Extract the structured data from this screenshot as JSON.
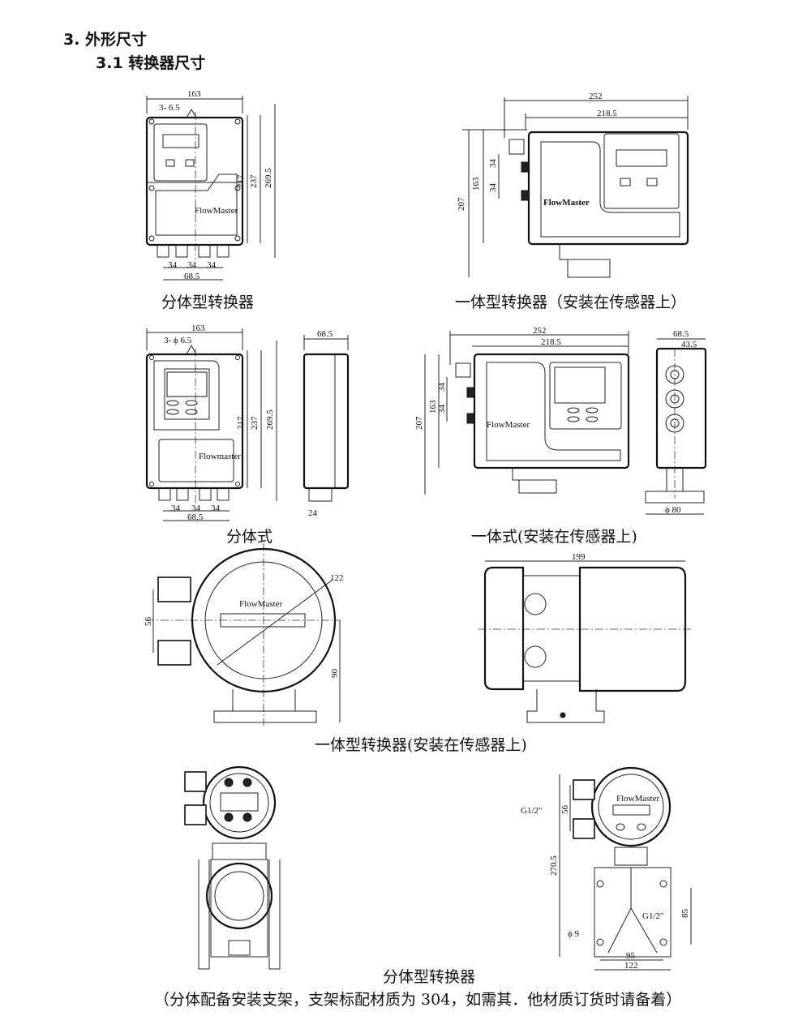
{
  "headings": {
    "section": "3. 外形尺寸",
    "subsection": "3.1 转换器尺寸"
  },
  "captions": {
    "split_type_1": "分体型转换器",
    "integral_1": "一体型转换器（安装在传感器上）",
    "split_2": "分体式",
    "integral_2": "一体式(安装在传感器上)",
    "integral_3": "一体型转换器(安装在传感器上)",
    "split_type_2": "分体型转换器",
    "note": "（分体配备安装支架，支架标配材质为 304，如需其．他材质订货时请备着）"
  },
  "drawing_labels": {
    "brand_a": "FlowMaster",
    "brand_b": "Flowmaster",
    "d163": "163",
    "holes_a": "3- 6.5",
    "holes_b": "3- ϕ 6.5",
    "d217": "217",
    "d237": "237",
    "d269_5": "269.5",
    "d34": "34",
    "d68_5": "68.5",
    "d24": "24",
    "d252": "252",
    "d218_5": "218.5",
    "d207": "207",
    "d43_5": "43.5",
    "d80": "ϕ 80",
    "d199": "199",
    "d122": "122",
    "d56": "56",
    "d90": "90",
    "g12": "G1/2″",
    "d270_5": "270.5",
    "d85": "85",
    "d95": "95",
    "d9": "ϕ 9"
  }
}
